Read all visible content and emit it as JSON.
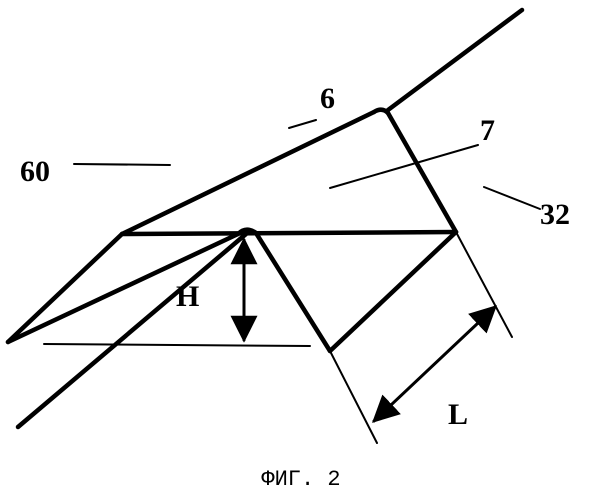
{
  "figure": {
    "caption": "ФИГ. 2",
    "labels": {
      "l6": "6",
      "l7": "7",
      "l60": "60",
      "l32": "32",
      "lH": "H",
      "lL": "L"
    }
  }
}
